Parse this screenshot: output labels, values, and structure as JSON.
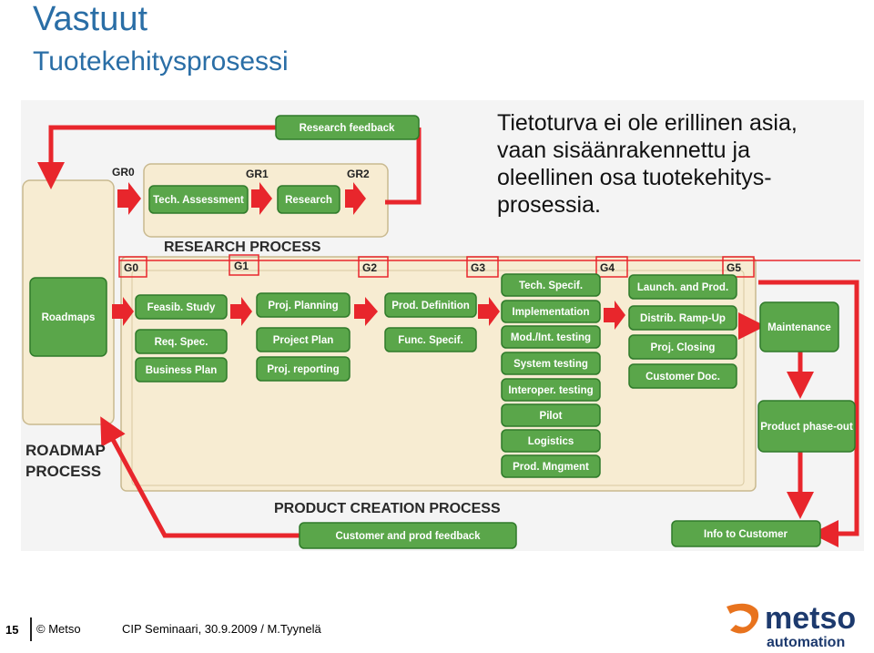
{
  "header": {
    "title": "Vastuut",
    "subtitle": "Tuotekehitysprosessi"
  },
  "note": {
    "lines": [
      "Tietoturva ei ole erillinen asia,",
      "vaan sisäänrakennettu ja",
      "oleellinen osa tuotekehitys-",
      "prosessia."
    ]
  },
  "diagram": {
    "research_feedback": "Research feedback",
    "gates": {
      "gr0": "GR0",
      "gr1": "GR1",
      "gr2": "GR2",
      "g0": "G0",
      "g1": "G1",
      "g2": "G2",
      "g3": "G3",
      "g4": "G4",
      "g5": "G5"
    },
    "research": {
      "tech_assessment": "Tech. Assessment",
      "research": "Research",
      "label": "RESEARCH PROCESS"
    },
    "roadmap": {
      "box": "Roadmaps",
      "label_line1": "ROADMAP",
      "label_line2": "PROCESS"
    },
    "product": {
      "feasib_study": "Feasib. Study",
      "req_spec": "Req. Spec.",
      "business_plan": "Business Plan",
      "proj_planning": "Proj. Planning",
      "project_plan": "Project Plan",
      "proj_reporting": "Proj. reporting",
      "prod_definition": "Prod. Definition",
      "func_specif": "Func. Specif.",
      "tech_specif": "Tech. Specif.",
      "implementation": "Implementation",
      "mod_int_testing": "Mod./Int. testing",
      "system_testing": "System testing",
      "interoper_testing": "Interoper. testing",
      "pilot": "Pilot",
      "logistics": "Logistics",
      "prod_mngment": "Prod. Mngment",
      "launch_and_prod": "Launch. and Prod.",
      "distrib_rampup": "Distrib. Ramp-Up",
      "proj_closing": "Proj. Closing",
      "customer_doc": "Customer Doc.",
      "label": "PRODUCT CREATION PROCESS"
    },
    "after": {
      "maintenance": "Maintenance",
      "product_phase_out": "Product phase-out",
      "info_to_customer": "Info to Customer",
      "customer_prod_feedback": "Customer and prod feedback"
    }
  },
  "footer": {
    "page_number": "15",
    "copyright": "© Metso",
    "seminar": "CIP Seminaari, 30.9.2009  / M.Tyynelä"
  },
  "logo": {
    "word": "metso",
    "sub": "automation"
  },
  "colors": {
    "title_blue": "#2a6ea6",
    "arrow_red": "#e8262c",
    "box_green": "#5aa64a",
    "panel_cream": "#f7ecd2",
    "logo_orange": "#e8731e",
    "logo_navy": "#1d3a6e"
  }
}
